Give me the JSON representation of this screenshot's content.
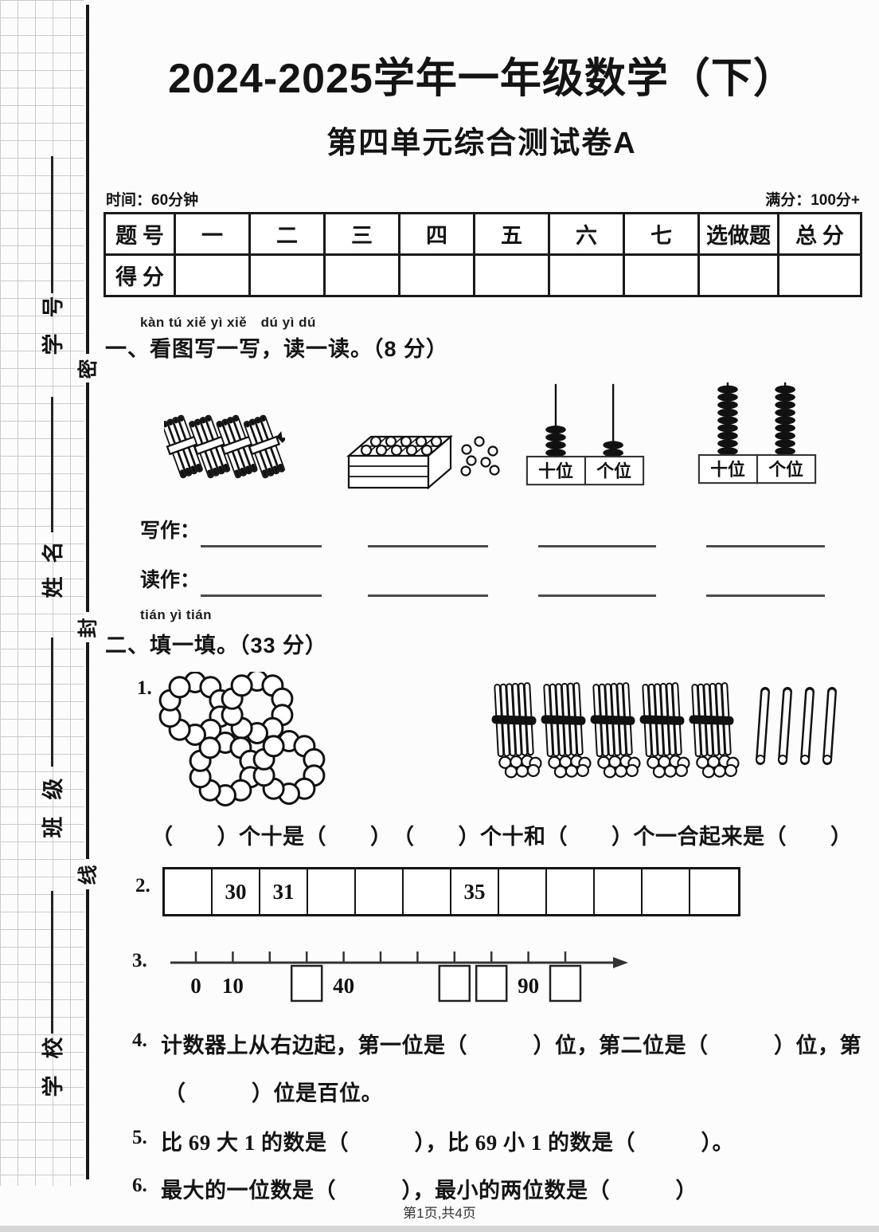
{
  "page": {
    "title": "2024-2025学年一年级数学（下）",
    "subtitle": "第四单元综合测试卷A",
    "time_label": "时间：60分钟",
    "score_label": "满分：100分+",
    "footer": "第1页,共4页"
  },
  "sidebar": {
    "fields": [
      "学号",
      "姓名",
      "班级",
      "学校"
    ],
    "seal_chars": [
      "密",
      "封",
      "线"
    ]
  },
  "score_table": {
    "row1": [
      "题 号",
      "一",
      "二",
      "三",
      "四",
      "五",
      "六",
      "七",
      "选做题",
      "总 分"
    ],
    "row2_label": "得 分"
  },
  "section_one": {
    "pinyin": "kàn tú xiě yì xiě　dú yì dú",
    "heading": "一、看图写一写，读一读。（8 分）",
    "write_label": "写作：",
    "read_label": "读作：",
    "figures": {
      "tilted_stick_bundles": 4,
      "tray_loose_beads": 7,
      "abacus1": {
        "tens_beads": 4,
        "ones_beads": 2,
        "tens_label": "十位",
        "ones_label": "个位"
      },
      "abacus2": {
        "tens_beads": 9,
        "ones_beads": 9,
        "tens_label": "十位",
        "ones_label": "个位"
      }
    }
  },
  "section_two": {
    "pinyin": "tián yì tián",
    "heading": "二、填一填。（33 分）",
    "item1": {
      "num": "1.",
      "bead_rings": 4,
      "beads_per_ring": 10,
      "stick_bundles": 5,
      "loose_sticks": 4,
      "sentence": "（　　）个十是（　　）　（　　）个十和（　　）个一合起来是（　　）"
    },
    "item2": {
      "num": "2.",
      "cells": [
        "",
        "30",
        "31",
        "",
        "",
        "",
        "35",
        "",
        "",
        "",
        "",
        ""
      ]
    },
    "item3": {
      "num": "3.",
      "ticks": [
        {
          "label": "0",
          "box": false
        },
        {
          "label": "10",
          "box": false
        },
        {
          "label": "",
          "box": false
        },
        {
          "label": "",
          "box": true
        },
        {
          "label": "40",
          "box": false
        },
        {
          "label": "",
          "box": false
        },
        {
          "label": "",
          "box": false
        },
        {
          "label": "",
          "box": true
        },
        {
          "label": "",
          "box": true
        },
        {
          "label": "90",
          "box": false
        },
        {
          "label": "",
          "box": true
        }
      ]
    },
    "item4": {
      "num": "4.",
      "line1": "计数器上从右边起，第一位是（　　　）位，第二位是（　　　）位，第",
      "line2": "（　　　）位是百位。"
    },
    "item5": {
      "num": "5.",
      "text": "比 69 大 1 的数是（　　　），比 69 小 1 的数是（　　　）。"
    },
    "item6": {
      "num": "6.",
      "text": "最大的一位数是（　　　），最小的两位数是（　　　）"
    }
  }
}
